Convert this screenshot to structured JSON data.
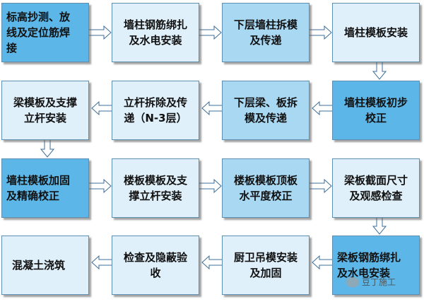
{
  "steps": [
    "标高抄测、放线及定位筋焊接",
    "墙柱钢筋绑扎及水电安装",
    "下层墙柱拆模及传递",
    "墙柱模板安装",
    "墙柱模板初步校正",
    "下层梁、板拆模及传递",
    "立杆拆除及传递（N-3层）",
    "梁模板及支撑立杆安装",
    "墙柱模板加固及精确校正",
    "楼板模板及支撑立杆安装",
    "楼板模板顶板水平度校正",
    "梁板截面尺寸及观感检查",
    "梁板钢筋绑扎及水电安装",
    "厨卫吊模安装及加固",
    "检查及隐蔽验收",
    "混凝土浇筑"
  ],
  "lines": {
    "b1": [
      "标高抄测、放",
      "线及定位筋焊",
      "接"
    ],
    "b2": [
      "墙柱钢筋绑扎",
      "及水电安装"
    ],
    "b3": [
      "下层墙柱拆模",
      "及传递"
    ],
    "b4": [
      "墙柱模板安装"
    ],
    "b5": [
      "墙柱模板初步",
      "校正"
    ],
    "b6": [
      "下层梁、板拆",
      "模及传递"
    ],
    "b7": [
      "立杆拆除及传",
      "递（N-3层）"
    ],
    "b8": [
      "梁模板及支撑",
      "立杆安装"
    ],
    "b9": [
      "墙柱模板加固",
      "及精确校正"
    ],
    "b10": [
      "楼板模板及支",
      "撑立杆安装"
    ],
    "b11": [
      "楼板模板顶板",
      "水平度校正"
    ],
    "b12": [
      "梁板截面尺寸",
      "及观感检查"
    ],
    "b13": [
      "梁板钢筋绑扎",
      "及水电安装"
    ],
    "b14": [
      "厨卫吊模安装",
      "及加固"
    ],
    "b15": [
      "检查及隐蔽验",
      "收"
    ],
    "b16": [
      "混凝土浇筑"
    ]
  },
  "watermark": "豆丁施工",
  "colors": {
    "fill_light": "#dff0fa",
    "fill_mid": "#a9d8f3",
    "fill_dark": "#5cb6e7",
    "border": "#5f8fb0",
    "arrow_fill": "#ffffff",
    "arrow_stroke": "#3d6f9a"
  }
}
